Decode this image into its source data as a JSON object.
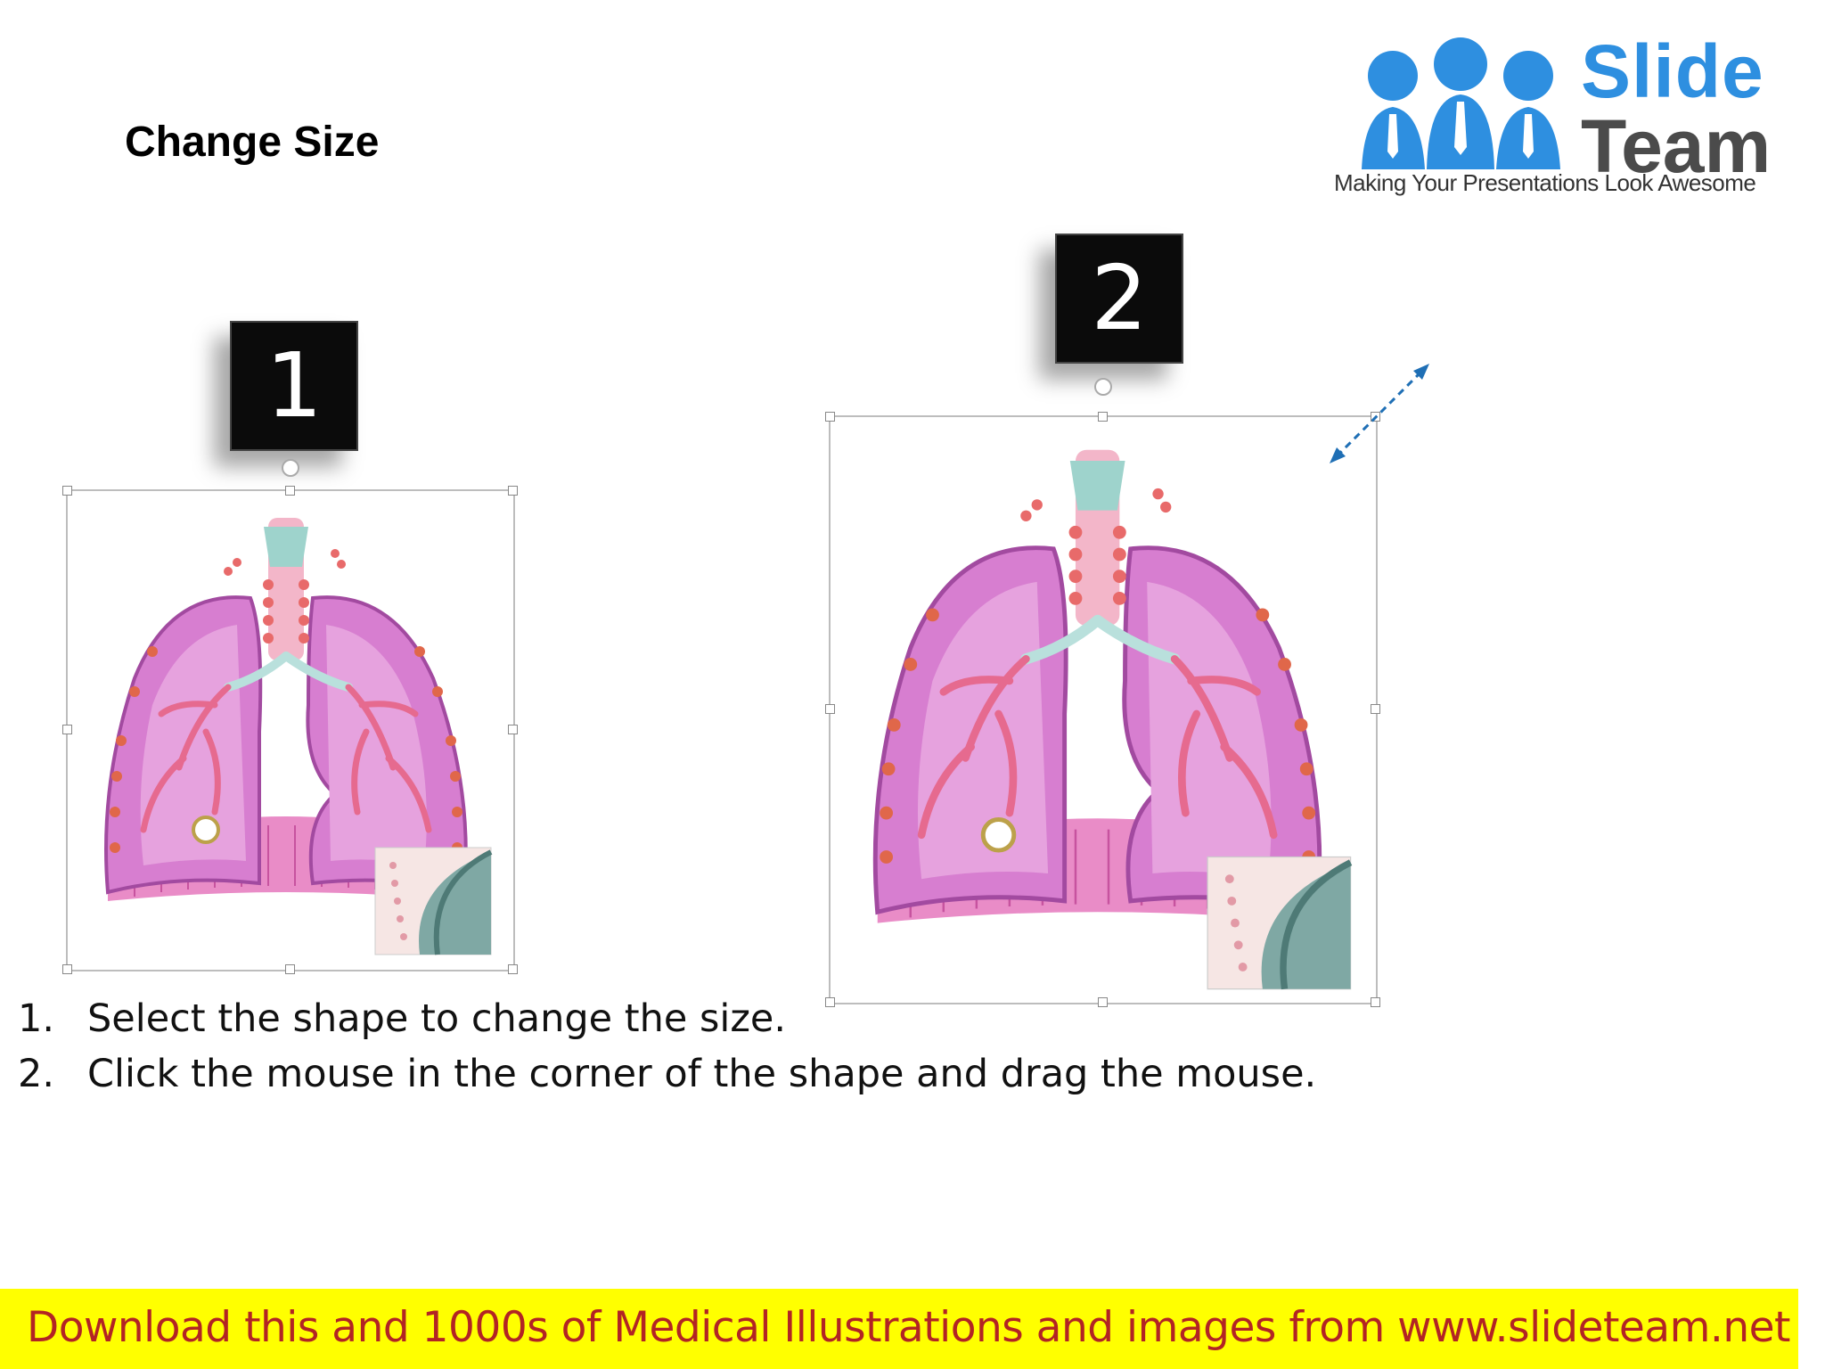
{
  "slide": {
    "title": "Change Size"
  },
  "logo": {
    "line1": "Slide",
    "line2": "Team",
    "tagline": "Making Your Presentations Look Awesome"
  },
  "badges": [
    "1",
    "2"
  ],
  "steps": [
    {
      "num": "1.",
      "text": "Select the shape to change the size."
    },
    {
      "num": "2.",
      "text": "Click the mouse in the corner of the shape and drag the mouse."
    }
  ],
  "banner": {
    "text": "Download this and 1000s of Medical Illustrations and images from www.slideteam.net"
  },
  "colors": {
    "banner_bg": "#ffff00",
    "banner_text": "#b22424",
    "logo_blue": "#2e8fe0",
    "logo_gray": "#4b4b4b",
    "lung_pink": "#d77ed0",
    "arrow_blue": "#1f6fb5"
  }
}
